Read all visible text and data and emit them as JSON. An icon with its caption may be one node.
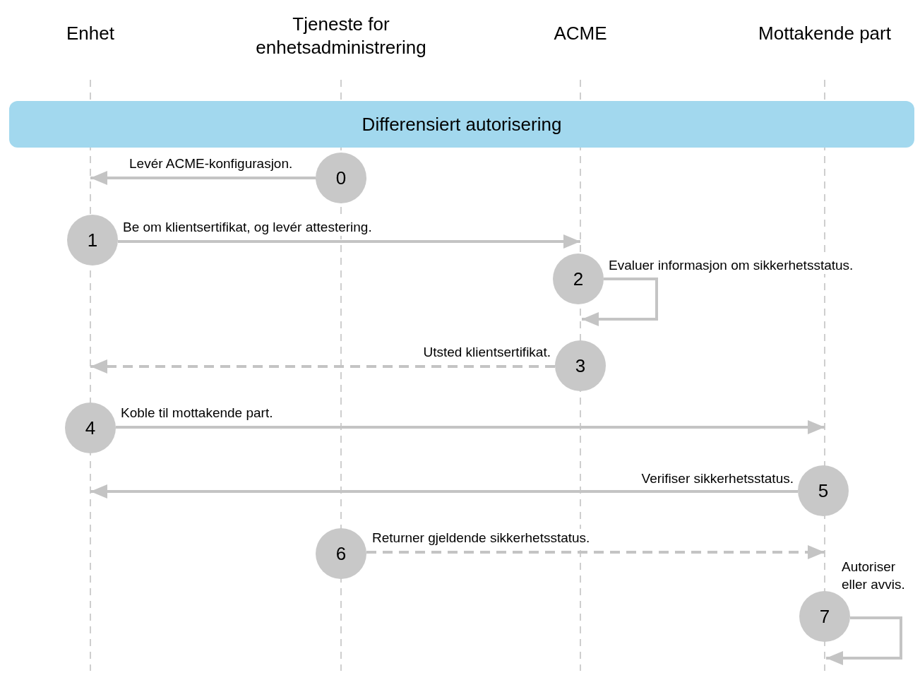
{
  "diagram": {
    "nodes": [
      {
        "text": [
          "Enhet"
        ]
      },
      {
        "text": [
          "Tjeneste for enhetsadministrering"
        ]
      },
      {
        "text": [
          "ACME"
        ]
      },
      {
        "text": [
          "Mottakende part"
        ]
      },
      {
        "text": [
          "Differensiert autorisering"
        ]
      },
      {
        "text": [
          "0"
        ]
      },
      {
        "text": [
          "1"
        ]
      },
      {
        "text": [
          "2"
        ]
      },
      {
        "text": [
          "3"
        ]
      },
      {
        "text": [
          "4"
        ]
      },
      {
        "text": [
          "5"
        ]
      },
      {
        "text": [
          "6"
        ]
      },
      {
        "text": [
          "7"
        ]
      }
    ],
    "edges": [
      {
        "from": 5,
        "to": 0,
        "arrow": "to",
        "label": "Levér ACME-konfigurasjon."
      },
      {
        "from": 6,
        "to": 2,
        "arrow": "to",
        "label": "Be om klientsertifikat, og levér attestering."
      },
      {
        "from": 7,
        "to": 2,
        "arrow": "to",
        "label": "Evaluer informasjon om sikkerhetsstatus."
      },
      {
        "from": 8,
        "to": 0,
        "arrow": "to",
        "style": "dashed",
        "label": "Utsted klientsertifikat."
      },
      {
        "from": 9,
        "to": 3,
        "arrow": "to",
        "label": "Koble til mottakende part."
      },
      {
        "from": 10,
        "to": 0,
        "arrow": "to",
        "label": "Verifiser sikkerhetsstatus."
      },
      {
        "from": 11,
        "to": 3,
        "arrow": "to",
        "style": "dashed",
        "label": "Returner gjeldende sikkerhetsstatus."
      },
      {
        "from": 12,
        "to": 3,
        "arrow": "to",
        "label": "Autoriser eller avvis."
      }
    ]
  }
}
